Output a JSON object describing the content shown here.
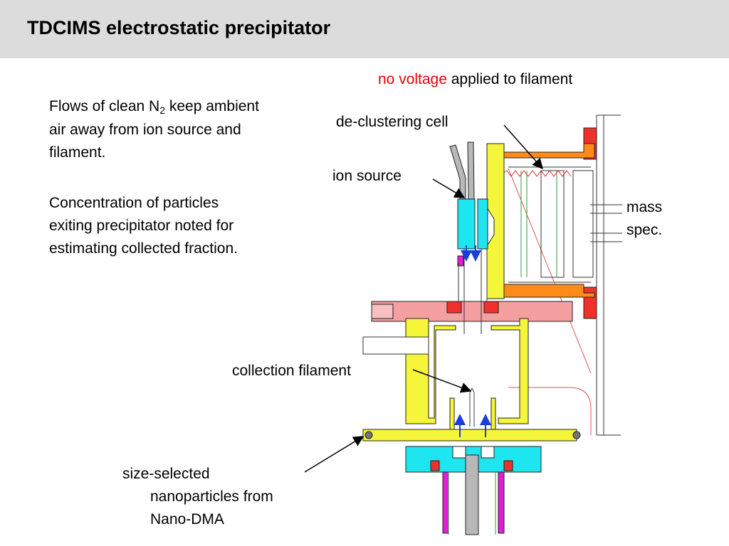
{
  "slide": {
    "title": "TDCIMS electrostatic precipitator"
  },
  "text_block": {
    "p1_a": "Flows of clean N",
    "p1_sub": "2",
    "p1_b": " keep ambient",
    "p1_line2": "air away from ion source and",
    "p1_line3": "filament.",
    "p2_line1": "Concentration of particles",
    "p2_line2": "exiting precipitator noted for",
    "p2_line3": "estimating collected fraction."
  },
  "labels": {
    "no_voltage": "no voltage",
    "applied": " applied to filament",
    "declustering": "de-clustering cell",
    "ion_source": "ion source",
    "mass": "mass",
    "spec": "spec.",
    "collection": "collection filament",
    "size1": "size-selected",
    "size2": "nanoparticles from",
    "size3": "Nano-DMA"
  },
  "colors": {
    "yellow": "#f5f53a",
    "cyan": "#1ee6f0",
    "orange": "#ff8c1a",
    "red": "#f0302a",
    "pink": "#f5a0a0",
    "magenta": "#e020d8",
    "green": "#2c9a3c",
    "gray": "#b8b8b8",
    "accent_text": "#e8000b"
  }
}
